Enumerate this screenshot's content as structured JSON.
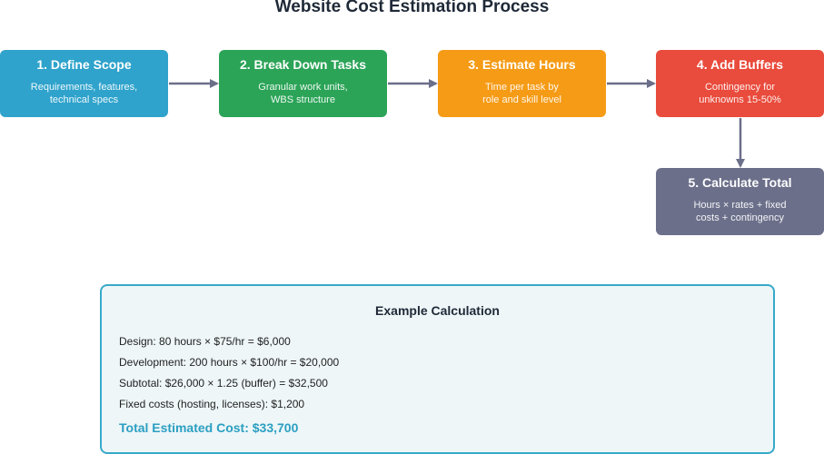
{
  "title": "Website Cost Estimation Process",
  "steps": [
    {
      "title": "1. Define Scope",
      "desc_line1": "Requirements, features,",
      "desc_line2": "technical specs",
      "color": "#2fa3cc"
    },
    {
      "title": "2. Break Down Tasks",
      "desc_line1": "Granular work units,",
      "desc_line2": "WBS structure",
      "color": "#2ba457"
    },
    {
      "title": "3. Estimate Hours",
      "desc_line1": "Time per task by",
      "desc_line2": "role and skill level",
      "color": "#f59b16"
    },
    {
      "title": "4. Add Buffers",
      "desc_line1": "Contingency for",
      "desc_line2": "unknowns 15-50%",
      "color": "#e94b3c"
    },
    {
      "title": "5. Calculate Total",
      "desc_line1": "Hours × rates + fixed",
      "desc_line2": "costs + contingency",
      "color": "#6b6f8a"
    }
  ],
  "connector_color": "#6b6f8a",
  "example": {
    "title": "Example Calculation",
    "lines": [
      "Design: 80 hours × $75/hr = $6,000",
      "Development: 200 hours × $100/hr = $20,000",
      "Subtotal: $26,000 × 1.25 (buffer) = $32,500",
      "Fixed costs (hosting, licenses): $1,200"
    ],
    "total": "Total Estimated Cost: $33,700",
    "accent_color": "#2b9fc1"
  }
}
